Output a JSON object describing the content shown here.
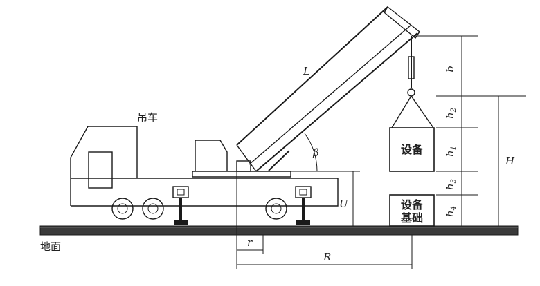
{
  "labels": {
    "crane": "吊车",
    "ground": "地面",
    "equipment": "设备",
    "foundation_line1": "设备",
    "foundation_line2": "基础",
    "boom_length": "L",
    "boom_angle": "β",
    "pivot_height": "U",
    "pivot_radius": "r",
    "working_radius": "R",
    "dim_b": "b",
    "dim_h1": "h",
    "dim_h1_sub": "1",
    "dim_h2": "h",
    "dim_h2_sub": "2",
    "dim_h3": "h",
    "dim_h3_sub": "3",
    "dim_h4": "h",
    "dim_h4_sub": "4",
    "lift_height": "H"
  }
}
